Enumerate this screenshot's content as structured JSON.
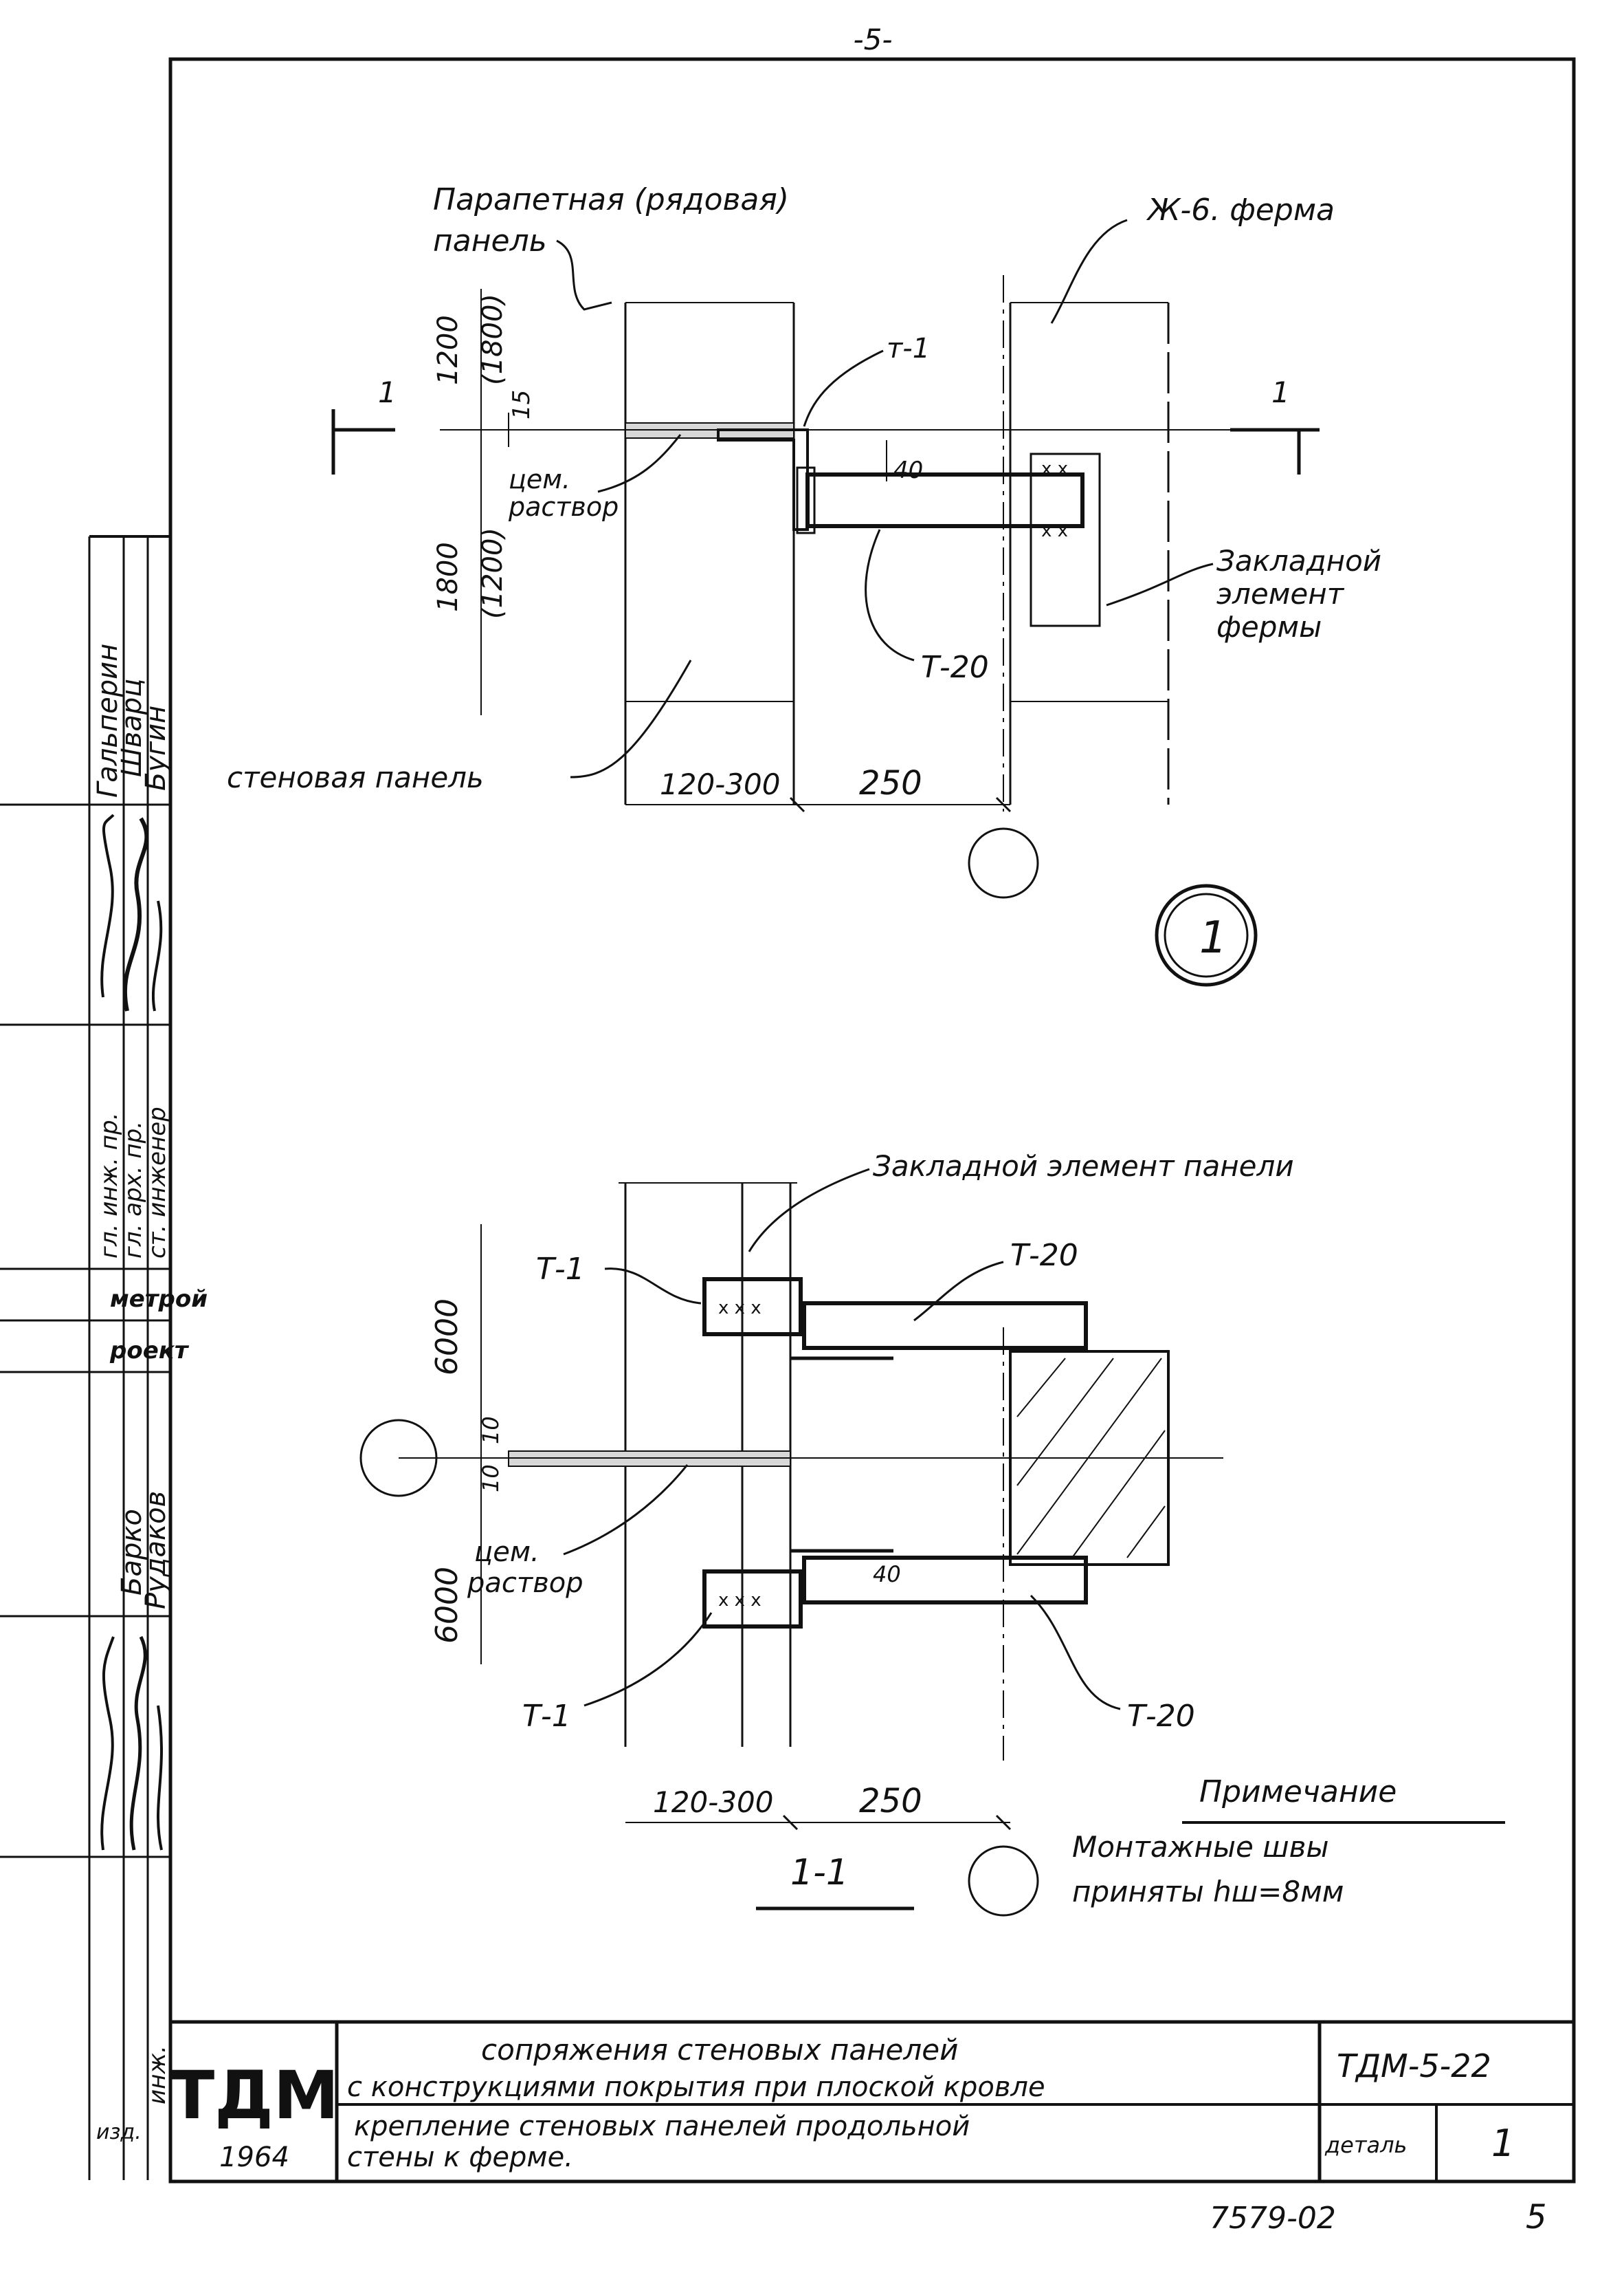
{
  "page_number_top": "-5-",
  "sheet_number_bottom": "5",
  "archive_code": "7579-02",
  "plan_view": {
    "label_parapet_panel_line1": "Парапетная (рядовая)",
    "label_parapet_panel_line2": "панель",
    "label_truss": "Ж-6. ферма",
    "label_t1": "т-1",
    "label_cement_line1": "цем.",
    "label_cement_line2": "раствор",
    "label_embedded_truss_line1": "Закладной",
    "label_embedded_truss_line2": "элемент",
    "label_embedded_truss_line3": "фермы",
    "label_t20": "Т-20",
    "label_wall_panel": "стеновая панель",
    "dim_1200_top": "1200",
    "dim_1800_alt": "(1800)",
    "dim_15": "15",
    "dim_40": "40",
    "dim_1800": "1800",
    "dim_1200_alt": "(1200)",
    "dim_120_300": "120-300",
    "dim_250": "250",
    "section_mark": "1",
    "detail_number": "1"
  },
  "section_view": {
    "label_embedded_panel": "Закладной элемент панели",
    "label_t1_top": "Т-1",
    "label_t20_top": "Т-20",
    "dim_6000_top": "6000",
    "dim_10_top": "10",
    "dim_10_bottom": "10",
    "dim_6000_bottom": "6000",
    "label_cement_line1": "цем.",
    "label_cement_line2": "раствор",
    "label_t1_bottom": "Т-1",
    "label_t20_bottom": "Т-20",
    "dim_40": "40",
    "dim_120_300": "120-300",
    "dim_250": "250",
    "section_title": "1-1"
  },
  "note": {
    "heading": "Примечание",
    "line1": "Монтажные швы",
    "line2": "приняты  hш=8мм"
  },
  "title_block": {
    "logo": "ТДМ",
    "year": "1964",
    "title_line1": "сопряжения стеновых панелей",
    "title_line2": "с конструкциями покрытия при плоской кровле",
    "subtitle_line1": "крепление стеновых панелей продольной",
    "subtitle_line2": "стены к ферме.",
    "code": "ТДМ-5-22",
    "detail_label": "деталь",
    "detail_value": "1"
  },
  "side_stamp": {
    "org1": "метрой",
    "org2": "роект",
    "names": [
      "Гальперин",
      "Шварц",
      "Бугин",
      "Барко",
      "Рудаков"
    ],
    "roles": [
      "гл. инж. пр.",
      "гл. арх. пр.",
      "ст. инженер",
      "инж."
    ],
    "bottom_fragment": "изд."
  }
}
